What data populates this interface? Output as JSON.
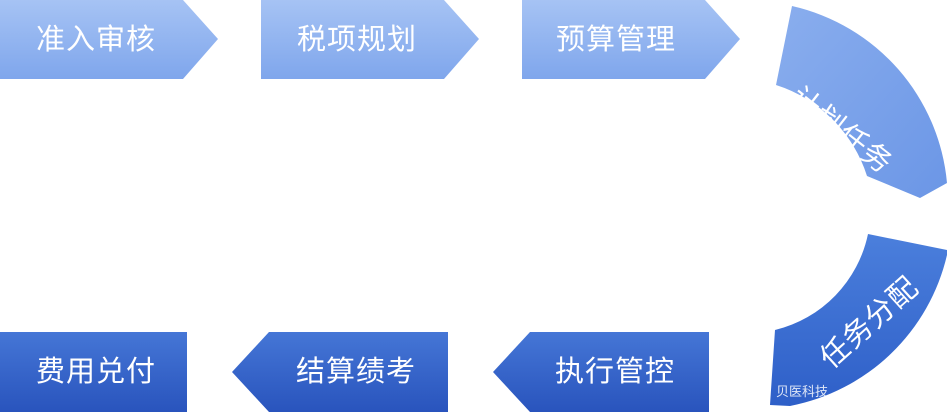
{
  "flow": {
    "top_row": [
      {
        "label": "准入审核"
      },
      {
        "label": "税项规划"
      },
      {
        "label": "预算管理"
      }
    ],
    "arc_top": {
      "label": "计划任务"
    },
    "arc_bottom": {
      "label": "任务分配"
    },
    "bottom_row": [
      {
        "label": "执行管控"
      },
      {
        "label": "结算绩考"
      },
      {
        "label": "费用兑付"
      }
    ]
  },
  "watermark": "贝医科技",
  "colors": {
    "top_light": "#a9c5f4",
    "top_mid": "#8db2ef",
    "arc_start": "#86abec",
    "arc_end": "#3e6fd0",
    "bottom_mid": "#3b6dd1",
    "bottom_dark": "#2a58bf",
    "text": "#ffffff"
  }
}
